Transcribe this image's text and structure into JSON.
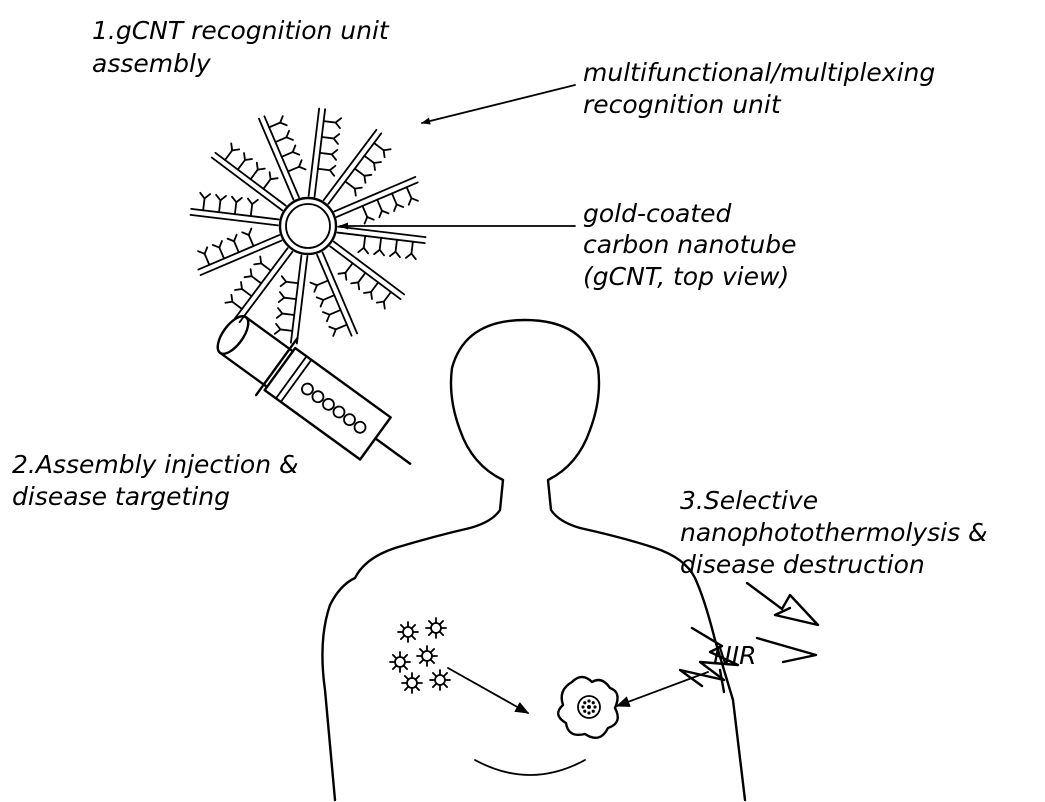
{
  "labels": {
    "step1_line1": "1.gCNT recognition unit",
    "step1_line2": "assembly",
    "unit_line1": "multifunctional/multiplexing",
    "unit_line2": "recognition unit",
    "gcnt_line1": "gold-coated",
    "gcnt_line2": "carbon nanotube",
    "gcnt_line3": "(gCNT, top view)",
    "step2_line1": "2.Assembly injection &",
    "step2_line2": "disease targeting",
    "step3_line1": "3.Selective",
    "step3_line2": "nanophotothermolysis &",
    "step3_line3": "disease destruction",
    "nir": "NIR"
  },
  "colors": {
    "ink": "#000000",
    "background": "#ffffff"
  },
  "icons": {
    "assembly": "gcnt-assembly-icon",
    "syringe": "syringe-icon",
    "particles": "nanoparticle-cluster-icon",
    "cell": "diseased-cell-icon",
    "nir": "nir-lightning-icon",
    "body": "human-silhouette-icon"
  }
}
